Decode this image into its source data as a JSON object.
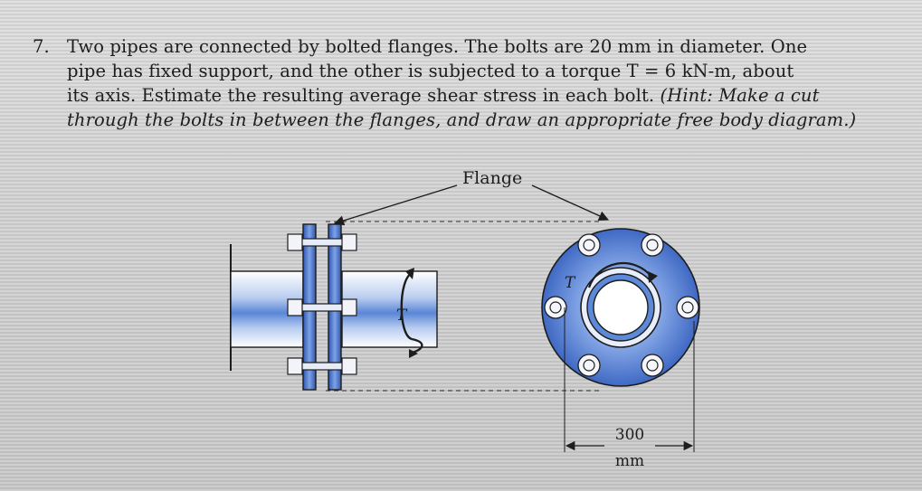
{
  "problem": {
    "number": "7.",
    "line1": "Two pipes are connected by bolted flanges. The bolts are 20 mm in diameter. One",
    "line2": "pipe has fixed support, and the other is subjected to a torque T = 6 kN-m, about",
    "line3_a": "its axis. Estimate the resulting average shear stress in each bolt.",
    "line3_b": "(Hint: Make a cut",
    "line4": "through the bolts in between the flanges, and draw an appropriate free body diagram.)"
  },
  "figure": {
    "flange_label": "Flange",
    "torque_symbol": "T",
    "dimension_value": "300",
    "dimension_unit": "mm"
  },
  "colors": {
    "pipe_blue": "#5a86d6",
    "flange_blue": "#4f78c8",
    "outline": "#1d1d1d"
  }
}
